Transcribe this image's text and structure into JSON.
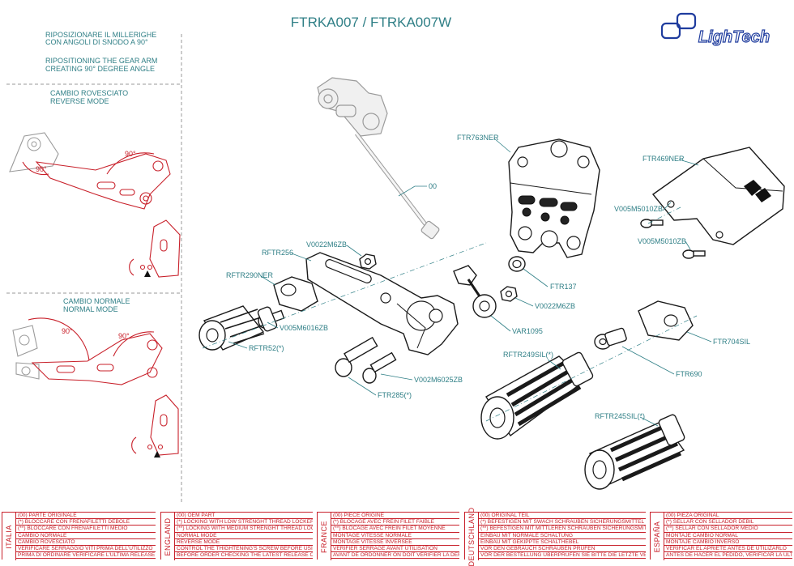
{
  "title": "FTRKA007 / FTRKA007W",
  "brand": {
    "logo_text": "LighTech"
  },
  "notes": {
    "reposition_it_1": "RIPOSIZIONARE IL MILLERIGHE",
    "reposition_it_2": "CON ANGOLI DI SNODO A 90°",
    "reposition_en_1": "RIPOSITIONING THE GEAR ARM",
    "reposition_en_2": "CREATING  90° DEGREE ANGLE",
    "reverse_it": "CAMBIO ROVESCIATO",
    "reverse_en": "REVERSE MODE",
    "normal_it": "CAMBIO NORMALE",
    "normal_en": "NORMAL MODE",
    "angle_90": "90°"
  },
  "parts": {
    "p00": "00",
    "ftr763ner": "FTR763NER",
    "ftr469ner": "FTR469NER",
    "v005m5010zb_a": "V005M5010ZB",
    "v005m5010zb_b": "V005M5010ZB",
    "v0022m6zb_a": "V0022M6ZB",
    "rftr256": "RFTR256",
    "rftr290ner": "RFTR290NER",
    "ftr137": "FTR137",
    "v0022m6zb_b": "V0022M6ZB",
    "v005m6016zb": "V005M6016ZB",
    "var1095": "VAR1095",
    "ftr704sil": "FTR704SIL",
    "rftr52": "RFTR52(*)",
    "rftr249sil": "RFTR249SIL(*)",
    "ftr690": "FTR690",
    "v002m6025zb": "V002M6025ZB",
    "ftr285": "FTR285(*)",
    "rftr245sil": "RFTR245SIL(*)"
  },
  "footer": [
    {
      "lang": "ITALIA",
      "rows": [
        "(00) PARTE ORIGINALE",
        "(*)   BLOCCARE CON FRENAFILETTI DEBOLE",
        "(**) BLOCCARE CON FRENAFILETTI MEDIO",
        "CAMBIO NORMALE",
        "CAMBIO ROVESCIATO",
        "VERIFICARE SERRAGGIO VITI PRIMA DELL'UTILIZZO",
        "PRIMA DI ORDINARE VERIFICARE L'ULTIMA RELEASE SUL SITO"
      ]
    },
    {
      "lang": "ENGLAND",
      "rows": [
        "(00) OEM PART",
        "(*)   LOCKING WITH LOW STRENGHT THREAD LOCKER",
        "(**) LOCKING WITH MEDIUM STRENGHT THREAD LOCKER",
        "NORMAL MODE",
        "REVERSE MODE",
        "CONTROL  THE THIGHTENING'S SCREW BEFORE USING",
        "BEFORE ORDER CHECKING THE LATEST RELEASE ON WEBSITE"
      ]
    },
    {
      "lang": "FRANCE",
      "rows": [
        "(00) PIECE ORIGINE",
        "(*)   BLOCAGE AVEC FREIN FILET FAIBLE",
        "(**) BLOCAGE AVEC FREIN FILET MOYENNE",
        "MONTAGE VITESSE NORMALE",
        "MONTAGE VITESSE INVERSEE",
        "VERIFIER SERRAGE AVANT UTILISATION",
        "AVANT DE ORDONNER ON DOIT VÉRIFIER LA DERNIERE RELEASE SUR LE SITE INTERNET"
      ]
    },
    {
      "lang": "DEUTSCHLAND",
      "rows": [
        "(00) ORIGINAL TEIL",
        "(*)   BEFESTIGEN MIT SWACH SCHRAUBEN SICHERUNGSMITTEL",
        "(**) BEFESTIGEN MIT MITTLEREN SCHRAUBEN SICHERUNGSMITTEL",
        "EINBAU MIT NORMALE SCHALTUNG",
        "EINBAU MIT GEKIPPTE SCHALTHEBEL",
        "VOR DEN GEBRAUCH SCHRAUBEN PRÜFEN",
        "VOR DER BESTELLUNG ÜBERPRÜFEN SIE BITTE DIE LETZTE VERSION DIESER ARTIKEL AUF DER INTERNET SEITE VON LIGHTECH"
      ]
    },
    {
      "lang": "ESPAÑA",
      "rows": [
        "(00) PIEZA ORIGINAL",
        "(*)   SELLAR CON SELLADOR DEBIL",
        "(**) SELLAR CON SELLADOR MEDIO",
        "MONTAJE  CAMBIO NORMAL",
        "MONTAJE CAMBIO INVERSO",
        "VERIFICAR EL APRIETE ANTES DE UTILIZARLO",
        "ANTES DE HACER EL PEDIDO, VERIFICAR LA ULTIMA VERSION EN LA WEB LIGHTECH"
      ]
    }
  ],
  "colors": {
    "teal": "#2f7f86",
    "red": "#c8202a",
    "logo_blue": "#1f3c9e"
  }
}
